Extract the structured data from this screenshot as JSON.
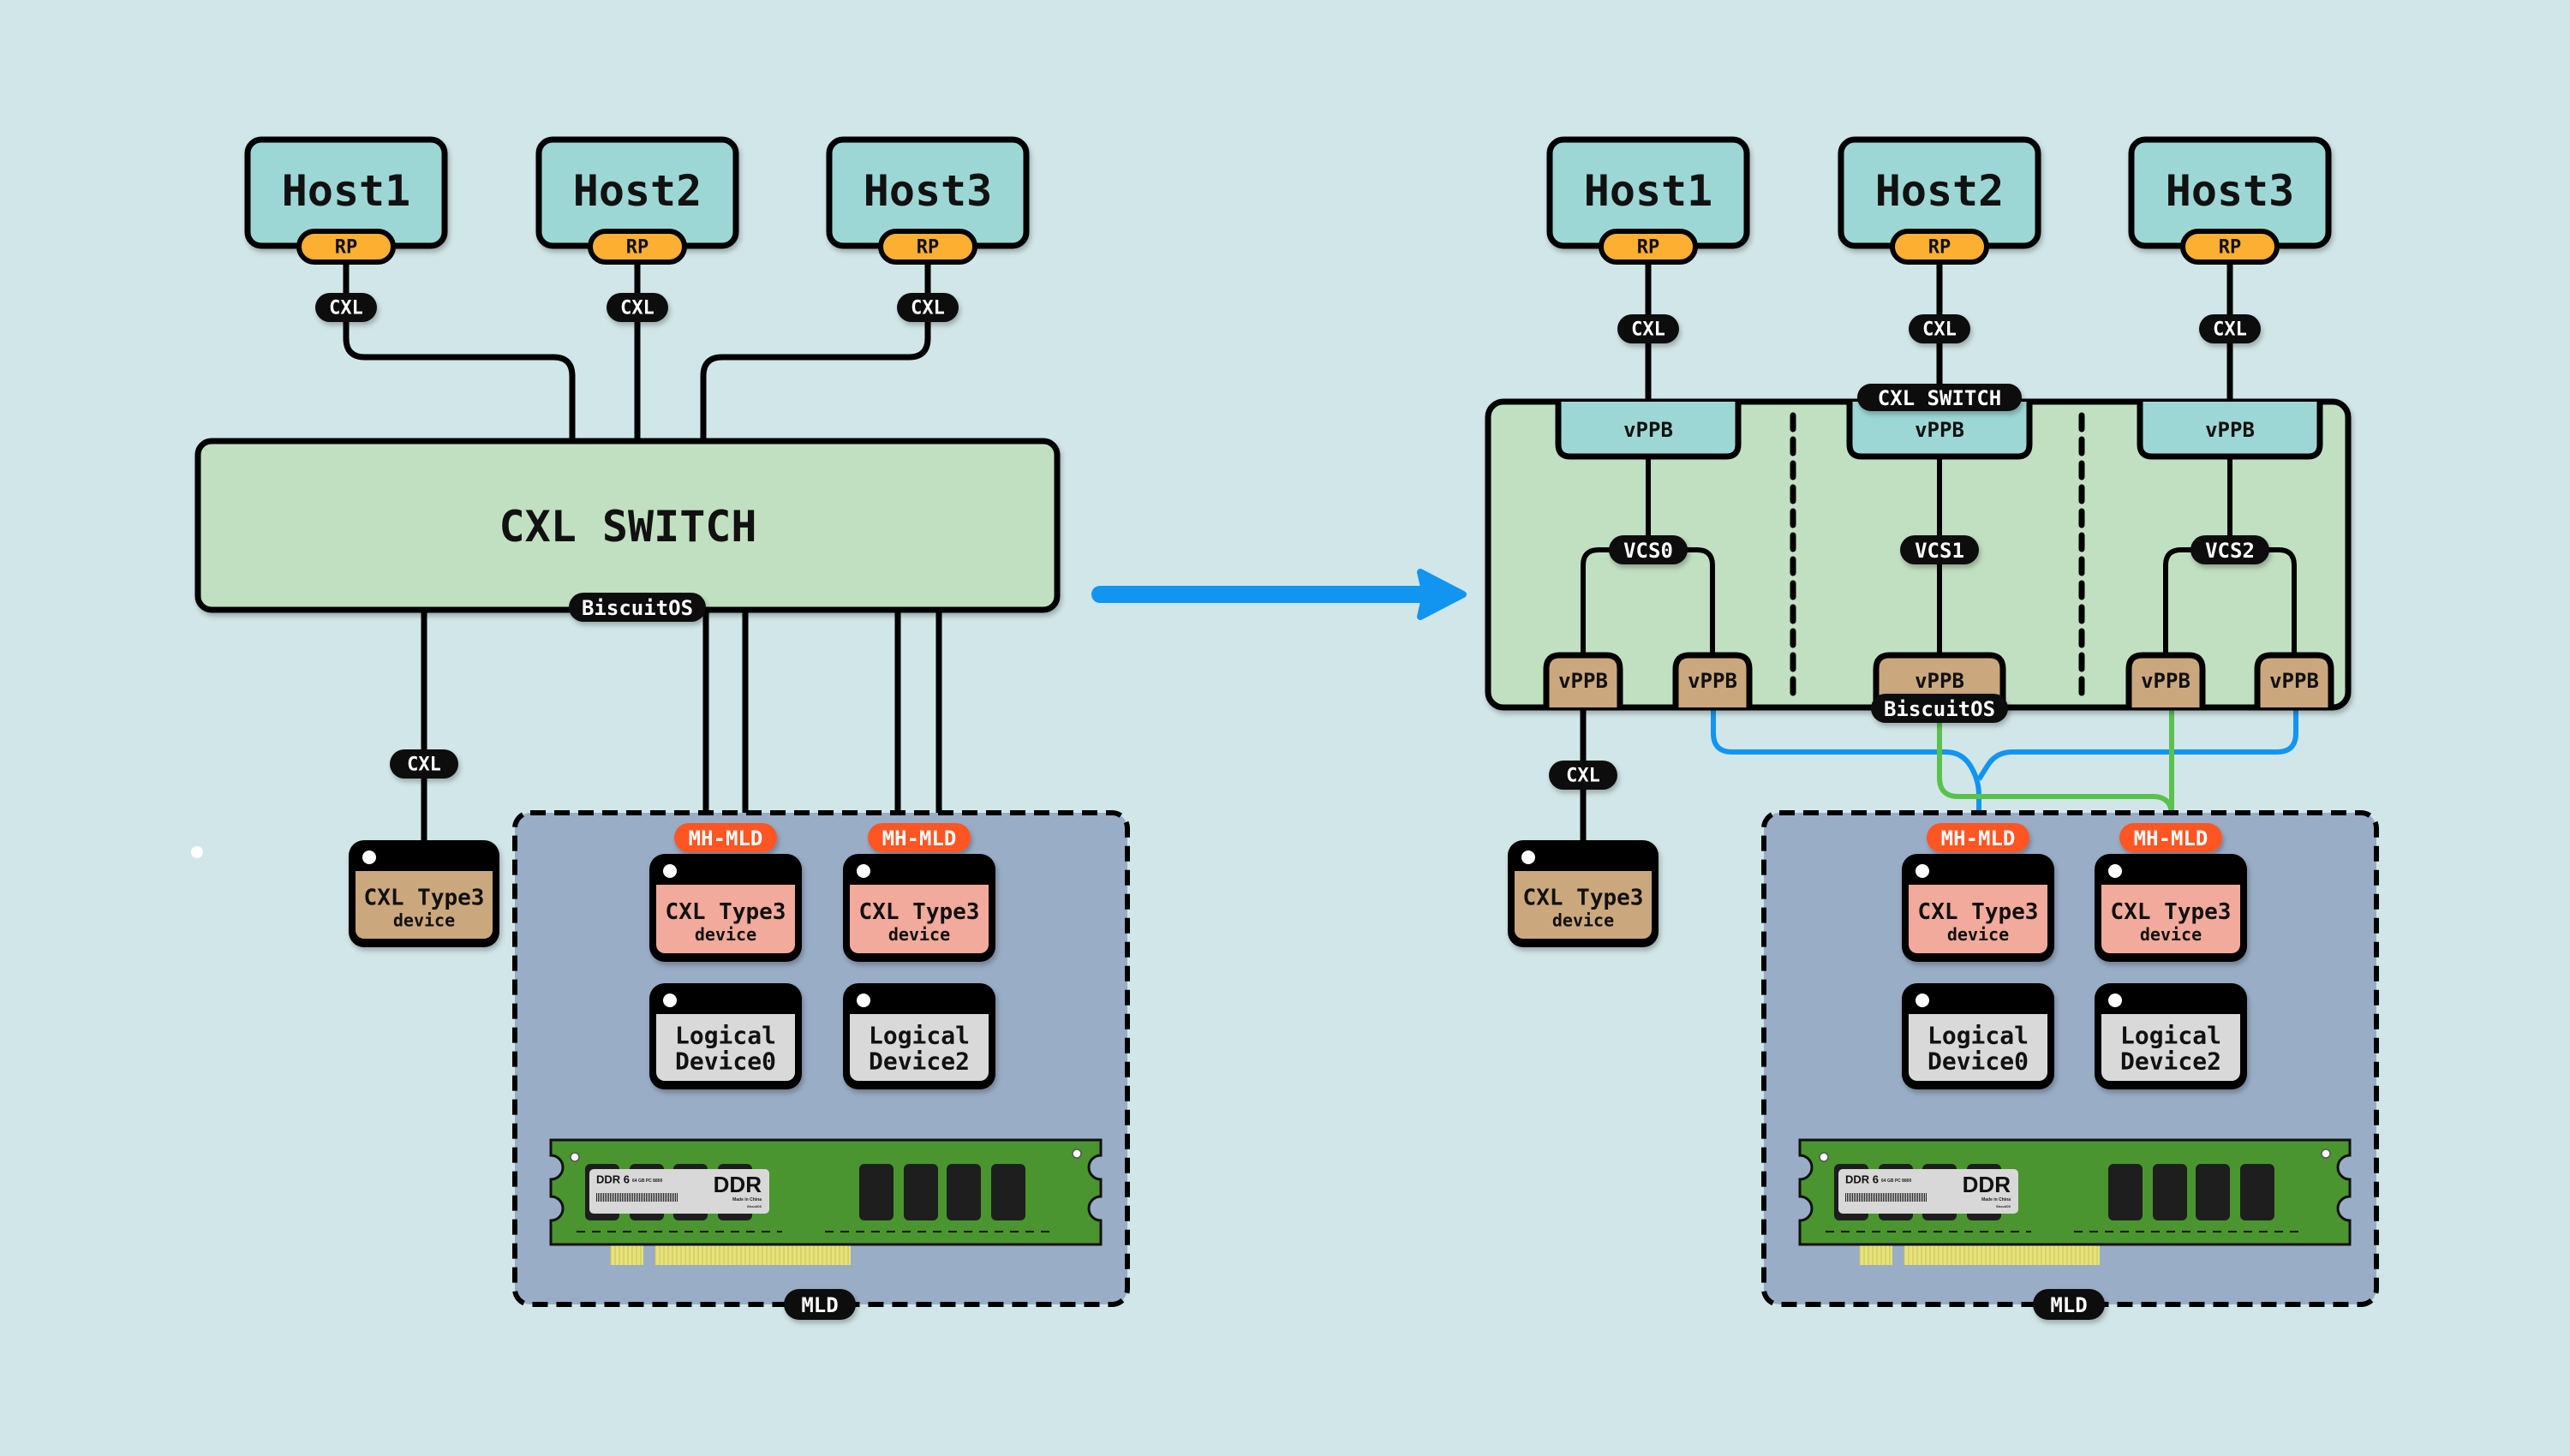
{
  "colors": {
    "background": "#d1e6e8",
    "host": "#9dd7d5",
    "rp": "#fcaf31",
    "switch": "#c1e0c1",
    "pill": "#0b0b0b",
    "mh_mld": "#ff5524",
    "type3_standalone": "#cba77d",
    "type3_mld": "#f1aa9b",
    "logical": "#d9d9d9",
    "mld_box": "#99adc6",
    "vppb_upstream": "#9dd7d5",
    "vppb_downstream": "#cba77d",
    "arrow": "#1195f0",
    "link_blue": "#1195f0",
    "link_green": "#59c24c",
    "ddr_pcb": "#4a952f",
    "ddr_chip": "#1e1e1e",
    "ddr_pins": "#e8e27a"
  },
  "left": {
    "hosts": [
      {
        "name": "Host1",
        "port": "RP",
        "link": "CXL"
      },
      {
        "name": "Host2",
        "port": "RP",
        "link": "CXL"
      },
      {
        "name": "Host3",
        "port": "RP",
        "link": "CXL"
      }
    ],
    "switch": {
      "title": "CXL SWITCH",
      "badge": "BiscuitOS"
    },
    "standalone_link": "CXL",
    "standalone_device": {
      "title": "CXL Type3",
      "subtitle": "device"
    },
    "mld": {
      "label": "MLD",
      "devices": [
        {
          "badge": "MH-MLD",
          "title": "CXL Type3",
          "subtitle": "device"
        },
        {
          "badge": "MH-MLD",
          "title": "CXL Type3",
          "subtitle": "device"
        }
      ],
      "logical": [
        {
          "line1": "Logical",
          "line2": "Device0"
        },
        {
          "line1": "Logical",
          "line2": "Device2"
        }
      ],
      "ddr": {
        "gen": "DDR 6",
        "spec": "64 GB PC 8800",
        "brand": "DDR",
        "origin": "Made in China",
        "maker": "BiscuitOS"
      }
    }
  },
  "right": {
    "hosts": [
      {
        "name": "Host1",
        "port": "RP",
        "link": "CXL"
      },
      {
        "name": "Host2",
        "port": "RP",
        "link": "CXL"
      },
      {
        "name": "Host3",
        "port": "RP",
        "link": "CXL"
      }
    ],
    "switch": {
      "title": "CXL SWITCH",
      "badge": "BiscuitOS",
      "vcs": [
        {
          "name": "VCS0",
          "upstream": "vPPB",
          "downstream": [
            "vPPB",
            "vPPB"
          ]
        },
        {
          "name": "VCS1",
          "upstream": "vPPB",
          "downstream": [
            "vPPB"
          ]
        },
        {
          "name": "VCS2",
          "upstream": "vPPB",
          "downstream": [
            "vPPB",
            "vPPB"
          ]
        }
      ]
    },
    "standalone_link": "CXL",
    "standalone_device": {
      "title": "CXL Type3",
      "subtitle": "device"
    },
    "mld": {
      "label": "MLD",
      "devices": [
        {
          "badge": "MH-MLD",
          "title": "CXL Type3",
          "subtitle": "device"
        },
        {
          "badge": "MH-MLD",
          "title": "CXL Type3",
          "subtitle": "device"
        }
      ],
      "logical": [
        {
          "line1": "Logical",
          "line2": "Device0"
        },
        {
          "line1": "Logical",
          "line2": "Device2"
        }
      ],
      "ddr": {
        "gen": "DDR 6",
        "spec": "64 GB PC 8800",
        "brand": "DDR",
        "origin": "Made in China",
        "maker": "BiscuitOS"
      }
    }
  }
}
